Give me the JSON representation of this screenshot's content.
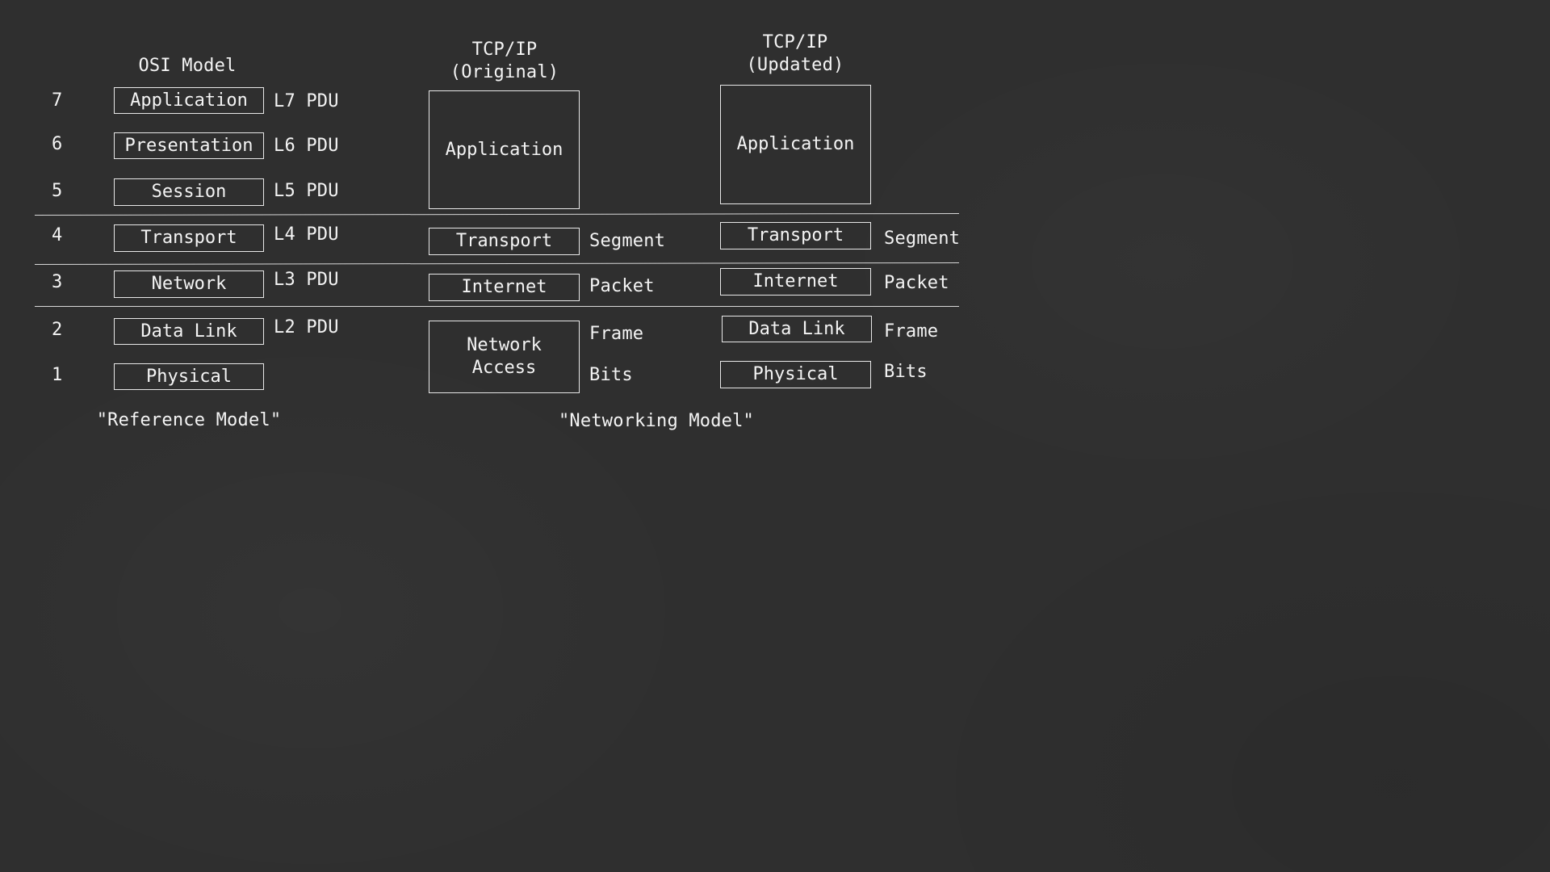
{
  "osi": {
    "title": "OSI Model",
    "footer": "\"Reference Model\"",
    "layers": [
      {
        "num": "7",
        "name": "Application",
        "pdu": "L7 PDU"
      },
      {
        "num": "6",
        "name": "Presentation",
        "pdu": "L6 PDU"
      },
      {
        "num": "5",
        "name": "Session",
        "pdu": "L5 PDU"
      },
      {
        "num": "4",
        "name": "Transport",
        "pdu": "L4 PDU"
      },
      {
        "num": "3",
        "name": "Network",
        "pdu": "L3 PDU"
      },
      {
        "num": "2",
        "name": "Data Link",
        "pdu": "L2 PDU"
      },
      {
        "num": "1",
        "name": "Physical",
        "pdu": ""
      }
    ]
  },
  "tcpip_original": {
    "title_line1": "TCP/IP",
    "title_line2": "(Original)",
    "application": "Application",
    "transport": "Transport",
    "internet": "Internet",
    "network_access": "Network\nAccess",
    "segment": "Segment",
    "packet": "Packet",
    "frame": "Frame",
    "bits": "Bits"
  },
  "tcpip_updated": {
    "title_line1": "TCP/IP",
    "title_line2": "(Updated)",
    "application": "Application",
    "transport": "Transport",
    "internet": "Internet",
    "data_link": "Data Link",
    "physical": "Physical",
    "segment": "Segment",
    "packet": "Packet",
    "frame": "Frame",
    "bits": "Bits"
  },
  "networking_model_footer": "\"Networking Model\"",
  "colors": {
    "background": "#2f2f2f",
    "chalk": "#f4f4f4"
  }
}
